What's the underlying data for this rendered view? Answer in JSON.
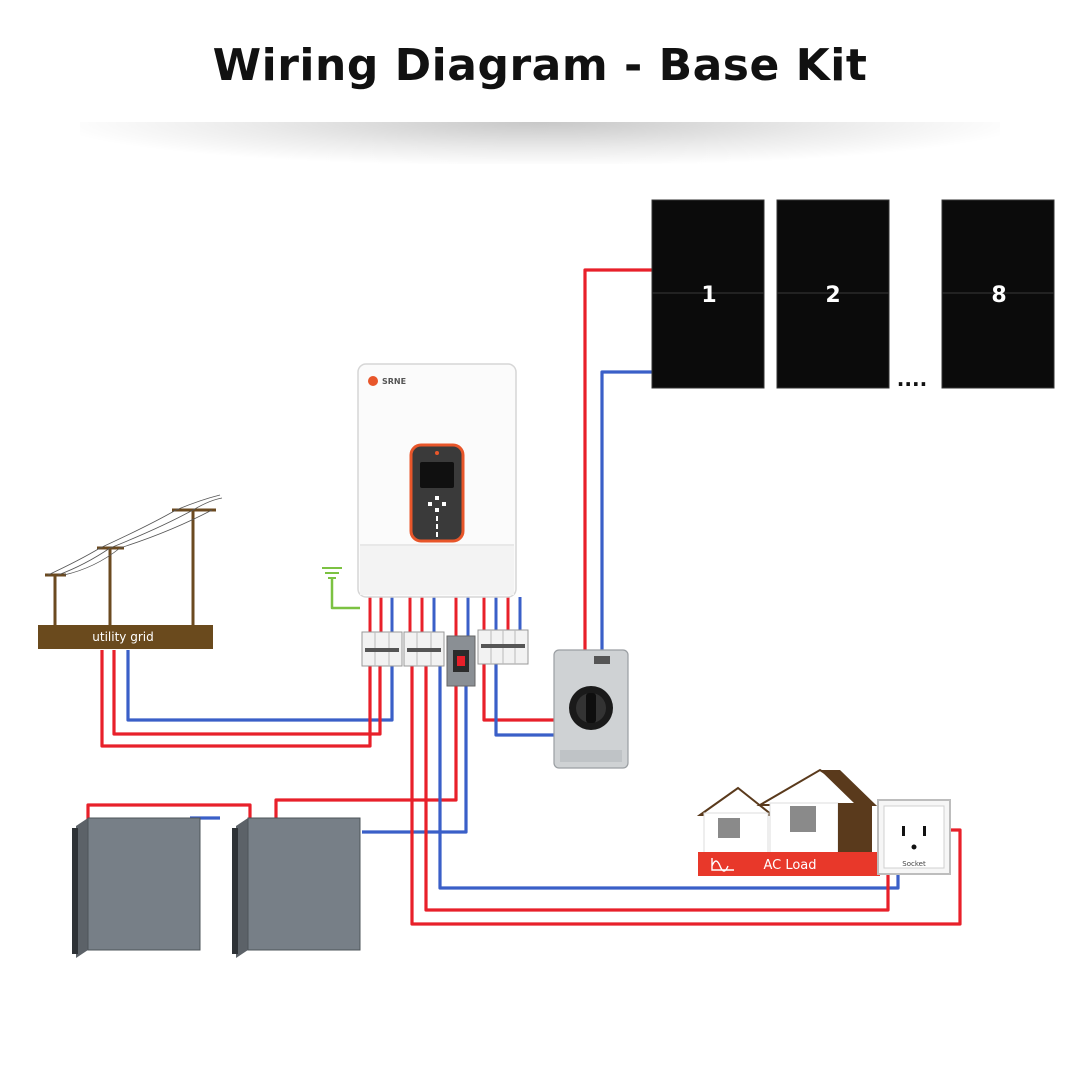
{
  "title": "Wiring Diagram - Base Kit",
  "panels": [
    {
      "label": "1"
    },
    {
      "label": "2"
    },
    {
      "label": "8"
    }
  ],
  "panel_ellipsis": "....",
  "inverter_brand": "SRNE",
  "utility_grid_label": "utility grid",
  "ac_load_label": "AC Load",
  "socket_label": "Socket",
  "colors": {
    "positive_wire": "#e8202a",
    "negative_wire": "#3a5fc8",
    "ground_wire": "#7cc242",
    "panel": "#0b0b0b",
    "battery": "#707880",
    "accent": "#e8562a"
  }
}
